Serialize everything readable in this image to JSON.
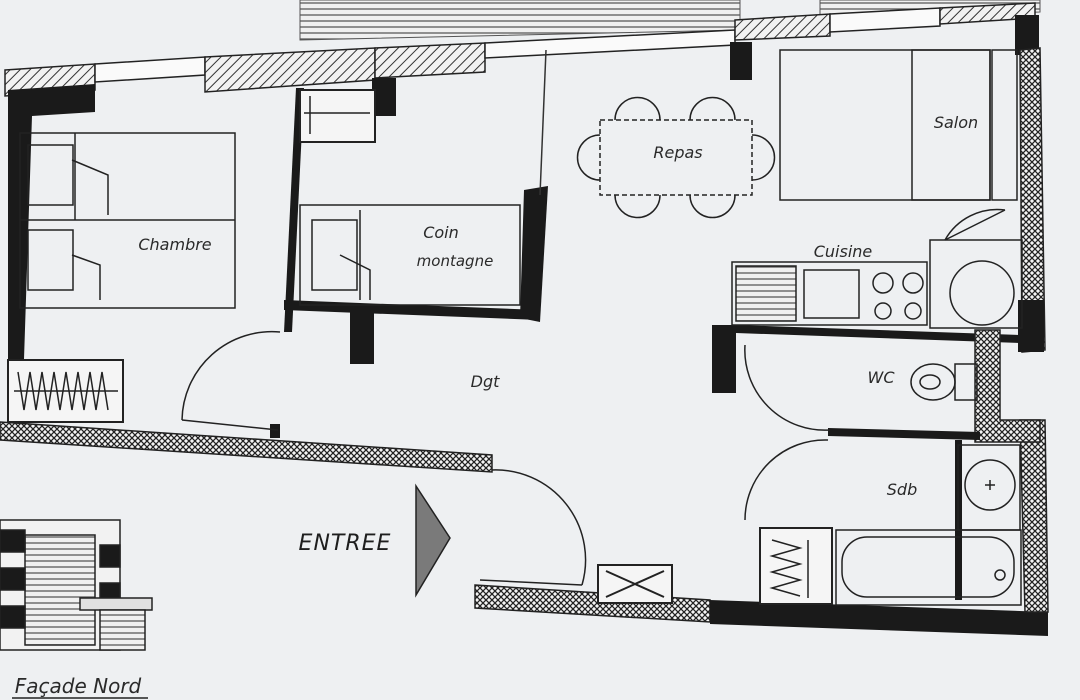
{
  "plan": {
    "rooms": {
      "chambre": "Chambre",
      "coin_montagne_line1": "Coin",
      "coin_montagne_line2": "montagne",
      "repas": "Repas",
      "salon": "Salon",
      "cuisine": "Cuisine",
      "dgt": "Dgt",
      "wc": "WC",
      "sdb": "Sdb"
    },
    "entrance_label": "ENTREE",
    "facade_label": "Façade Nord"
  }
}
